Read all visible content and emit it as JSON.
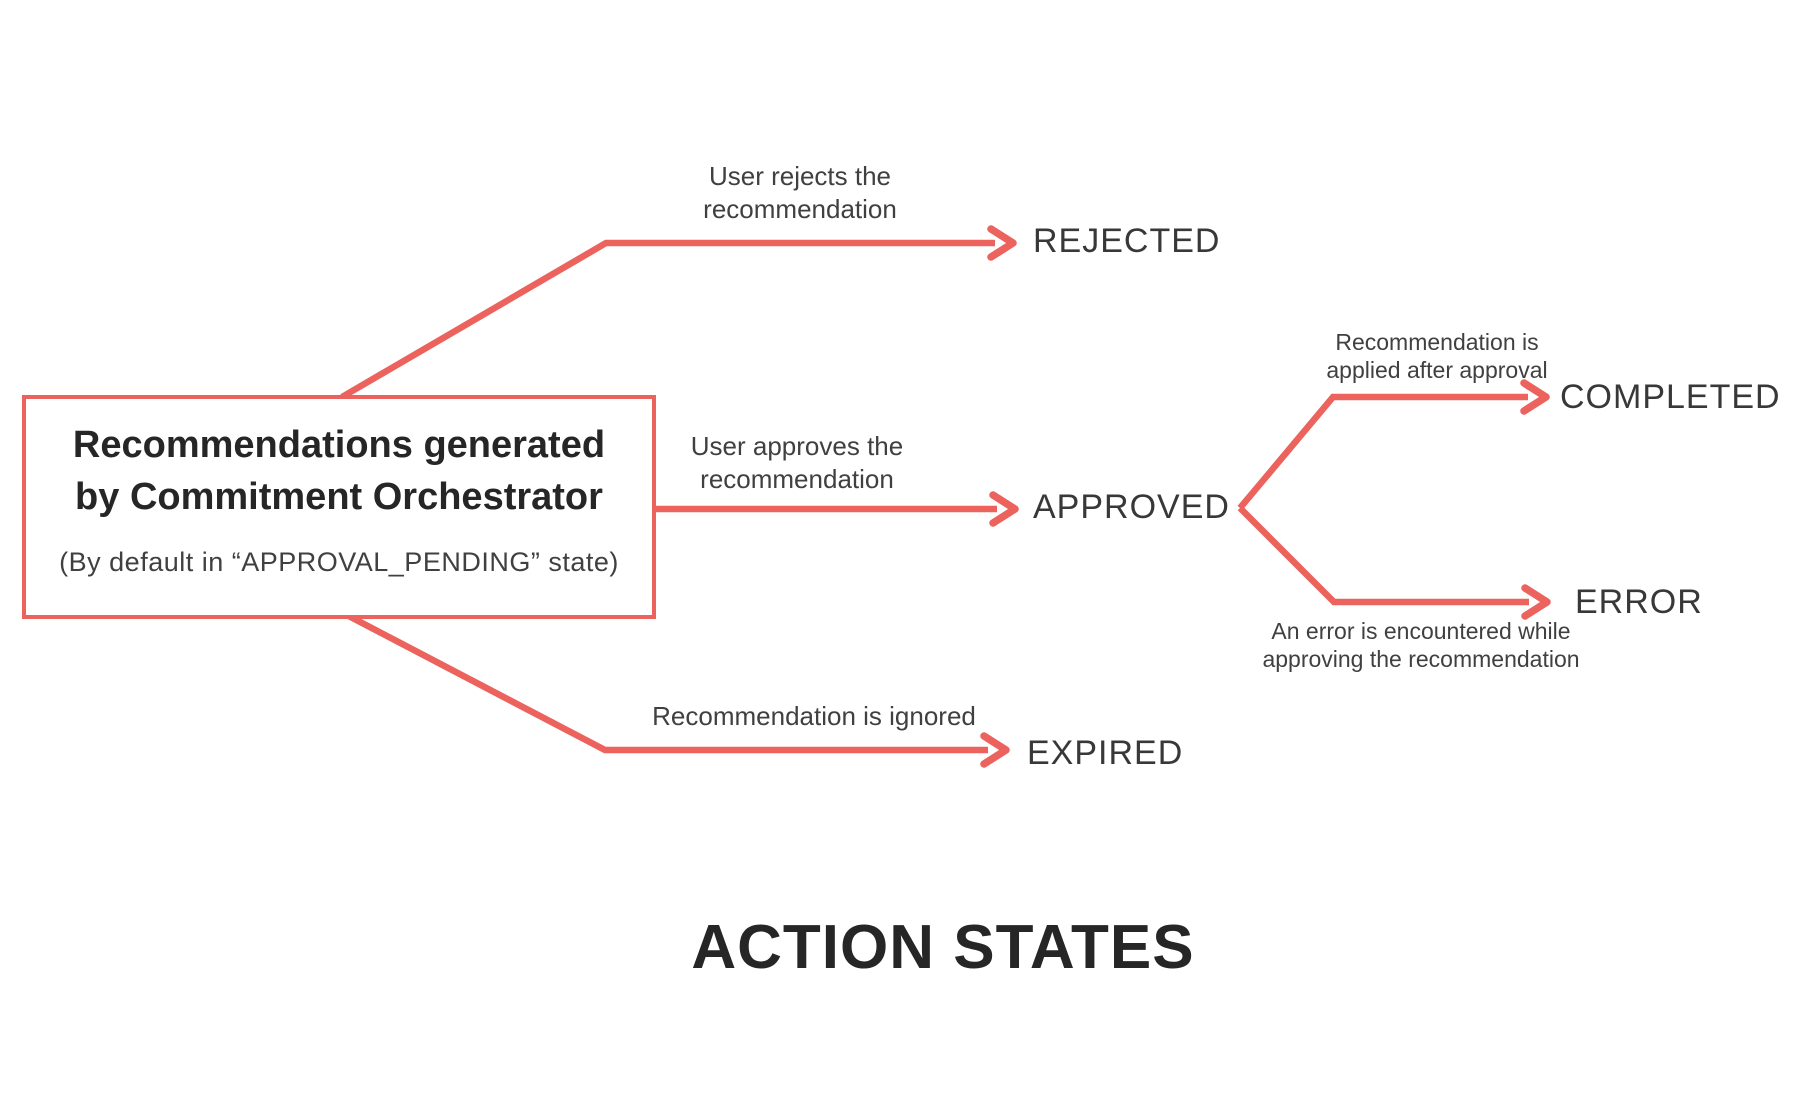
{
  "colors": {
    "accent": "#ec625d",
    "heading": "#262626",
    "state_text": "#383838",
    "label_text": "#404040"
  },
  "source": {
    "title_line1": "Recommendations generated",
    "title_line2": "by Commitment Orchestrator",
    "subtitle": "(By default in “APPROVAL_PENDING” state)"
  },
  "states": {
    "rejected": "REJECTED",
    "approved": "APPROVED",
    "expired": "EXPIRED",
    "completed": "COMPLETED",
    "error": "ERROR"
  },
  "edge_labels": {
    "reject_line1": "User rejects the",
    "reject_line2": "recommendation",
    "approve_line1": "User approves the",
    "approve_line2": "recommendation",
    "expire_line1": "Recommendation is ignored",
    "complete_line1": "Recommendation is",
    "complete_line2": "applied after approval",
    "error_line1": "An error is encountered while",
    "error_line2": "approving the recommendation"
  },
  "footer_title": "ACTION STATES"
}
